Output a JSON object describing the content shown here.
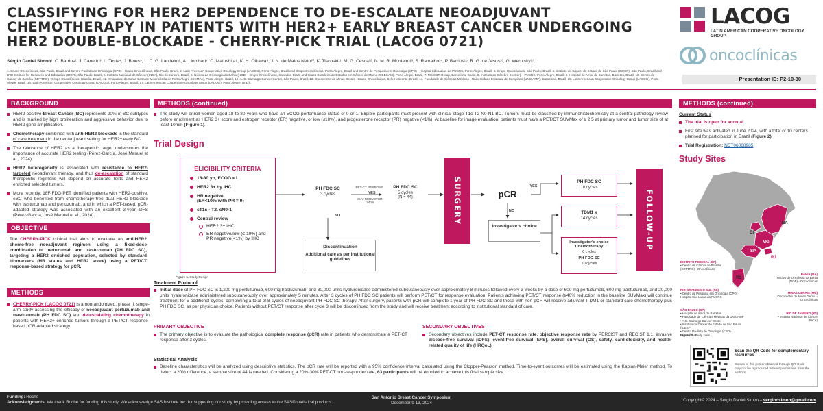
{
  "title": "CLASSIFYING FOR HER2 DEPENDENCE TO DE-ESCALATE NEOADJUVANT CHEMOTHERAPY IN PATIENTS WITH HER2+ EARLY BREAST CANCER UNDERGOING HER2 DOUBLE-BLOCKADE - CHERRY-PICK TRIAL (LACOG 0721)",
  "authors": {
    "first": "Sérgio Daniel Simon",
    "rest": "¹, C. Barrios², J. Canedo³, L. Testa⁴, J. Bines⁵, L. C. G. Landeiro⁶, A. Llombart⁷, C. Matushita⁸, K. H. Oikawa⁹, J. N. de Matos Neto¹⁰, K. Tiscoski¹¹, M. G. Cesca¹², N. M. R. Monteiro¹³, S. Ramalho¹⁴, P. Barrios¹⁵, R. G. de Jesus¹⁶, G. Werutsky¹⁷.",
    "affiliations": "1. Grupo Oncoclínicas, São Paulo, Brazil and Centro Paulista de Oncologia (CPO) - Grupo Oncoclínicas, São Paulo, Brazil, 2. Latin American Cooperative Oncology Group (LACOG), Porto Alegre, Brazil and Grupo Oncoclínicas, Porto Alegre, Brazil and Centro de Pesquisa em Oncologia (CPO) - Hospital São Lucas da PUCRS, Porto Alegre, Brazil, 3. Grupo Oncoclínicas, São Paulo, Brazil, 4. Instituto do Câncer do Estado de São Paulo (ICESP), São Paulo, Brazil and D'Or Institute for Research and Education (IDOR), São Paulo, Brazil, 5. Instituto Nacional de Câncer (INCA), Rio de Janeiro, Brazil, 6. Núcleo de Oncologia da Bahia (NOB) - Grupo Oncoclínicas, Salvador, Brazil and Grupo Brasileiro de Estudos em Câncer de Mama (GBECAM), Porto Alegre, Brazil, 7. MEDSIR Group, Barcelona, Spain, 8. Instituto do Cérebro (InsCer) – PUCRS, Porto Alegre, Brazil, 9. Hospital de Amor de Barretos, Barretos, Brazil, 10. Centro de Câncer de Brasília (CETTRO) - Grupo Oncoclínicas, Brasília, Brazil, 11. Irmandade da Santa Casa de Misericórdia de Porto Alegre (ISCMPA), Porto Alegre, Brazil, 12. A. C. Camargo Cancer Center, São Paulo, Brazil, 13. Oncocentro de Minas Gerais - Grupo Oncoclínicas, Belo Horizonte, Brazil, 14. Faculdade de Ciências Médicas - Universidade Estadual de Campinas (UNICAMP), Campinas, Brazil, 15. Latin American Cooperative Oncology Group (LACOG), Porto Alegre, Brazil, 16. Latin American Cooperative Oncology Group (LACOG), Porto Alegre, Brazil, 17. Latin American Cooperative Oncology Group (LACOG), Porto Alegre, Brazil."
  },
  "logos": {
    "lacog": "LACOG",
    "lacog_sub": "LATIN AMERICAN COOPERATIVE ONCOLOGY GROUP",
    "onco": "oncoclínicas"
  },
  "presentation_id": "Presentation ID: P2-10-30",
  "background": {
    "heading": "BACKGROUND",
    "b1_pre": "HER2-positive ",
    "b1_bold": "Breast Cancer (BC)",
    "b1_post": " represents 20% of BC subtypes and is marked by high proliferation and aggressive behavior due to HER2 gene amplification.",
    "b2_bold1": "Chemotherapy",
    "b2_mid": " combined with ",
    "b2_bold2": "anti-HER2 blockade",
    "b2_mid2": " is the ",
    "b2_ul": "standard of care treatment",
    "b2_post": " in the neo/adjuvant setting for HER2+ early BC.",
    "b3": "The relevance of HER2 as a therapeutic target underscores the importance of accurate HER2 testing (Pérez-García, José Manuel et al., 2024).",
    "b4_bold1": "HER2 heterogeneity",
    "b4_mid": " is associated with ",
    "b4_bold2": "resistance to HER2-targeted",
    "b4_mid2": " neoadjuvant therapy, and thus ",
    "b4_pink": "de-escalation",
    "b4_post": " of standard therapeutic regimens will depend on accurate tests and HER2 enriched selected tumors.",
    "b5": "More recently, 18F-FDG-PET identified patients with HER2-positive, eBC who benefited from chemotherapy-free dual HER2 blockade with trastuzumab and pertuzumab, and in which a PET-based, pCR-adapted strategy was associated with an excellent 3-year iDFS (Pérez-García, José Manuel et al., 2024)."
  },
  "objective": {
    "heading": "OBJECTIVE",
    "pre": "The ",
    "pink": "CHERRY-PICK",
    "mid": " clinical trial aims to evaluate an ",
    "bold": "anti-HER2 chemo-free neoadjuvant regimen using a fixed-dose combination of pertuzumab and trastuzumab (PH FDC SC), targeting a HER2 enriched population, selected by standard biomarkers (HR status and HER2 score) using a PET/CT response-based strategy for pCR."
  },
  "methods_left": {
    "heading": "METHODS",
    "link": "CHERRY-PICK (LACOG 0721)",
    "pre": " is a nonrandomized, phase II, single-arm study assessing the efficacy of ",
    "bold1": "neoadjuvant pertuzumab and trastuzumab (PH FDC SC)",
    "mid": " and ",
    "bold2": "de-escalating chemotherapy",
    "post": " in patients with HER2+ enriched tumors through a PET/CT response-based pCR-adapted strategy."
  },
  "methods_mid": {
    "heading": "METHODS (continued)",
    "intro_pre": "The study will enroll women aged 18 to 80 years who have an ECOG performance status of 0 or 1. Eligible participants must present with clinical stage T1c-T2 N0-N1 BC. Tumors must be classified by immunohistochemistry at a central pathology review before enrollment as HER2 3+ score and estrogen receptor (ER) negative, or low (≤10%), and progesterone receptor (PR) negative (<1%). At baseline for image evaluation, patients must have a PET/CT SUVMax of ≥ 2.5 at primary tumor and tumor size of at least 10mm ",
    "intro_bold": "(Figure 1)",
    "intro_post": ".",
    "design_title": "Trial Design",
    "elig_title": "ELIGIBILITY CRITERIA",
    "elig_items": [
      "18-80 yo, ECOG <1",
      "HER2 3+ by IHC",
      "HR negative\n(ER<10% with PR = 0)",
      "cT1c - T2. cN0-1",
      "Central review"
    ],
    "elig_sub": [
      "HER2 3+ IHC",
      "ER negative/low (≤ 10%) and PR negative(<1%) by IHC"
    ],
    "box1_title": "PH FDC SC",
    "box1_sub": "3 cycles",
    "pet_label": "PET-CT RESPONSE",
    "suv_label": "SUV REDUCTION ≥40%",
    "yes1": "YES",
    "no1": "NO",
    "box2_title": "PH FDC SC",
    "box2_sub": "5 cycles",
    "box2_n": "(N = 44)",
    "surgery": "SURGERY",
    "pcr": "pCR",
    "yes2": "YES",
    "no2": "NO",
    "box3_title": "PH FDC SC",
    "box3_sub": "10 cycles",
    "box4_title": "TDM1 x",
    "box4_sub": "14 cycles",
    "box5_title": "Investigator's choice Chemotherapy",
    "box5_sub": "6 cycles",
    "box5_title2": "PH FDC SC",
    "box5_sub2": "10 cycles",
    "inv_title": "Investigator's choice",
    "disc_title": "Discontinuation",
    "disc_sub": "Additional care as per institutional guidelines",
    "followup": "FOLLOW-UP",
    "fig_caption_bold": "Figure 1.",
    "fig_caption": " Study Design",
    "tp_heading": "Treatment Protocol",
    "tp_ul": "Initial dose",
    "tp_text": " of PH FDC SC is 1,200 mg pertuzumab, 600 mg trastuzumab, and 30,000 units hyaluronidase administered subcutaneously over approximately 8 minutes followed every 3 weeks by a dose of 600 mg pertuzumab, 600 mg trastuzumab, and 20,000 units hyaluronidase administered subcutaneously over approximately 5 minutes. After 3 cycles of PH FDC SC patients will perform PET/CT for response evaluation. Patients achieving PET/CT response (≥40% reduction in the baseline SUVMax) will continue treatment for 5 additional cycles, completing a total of 8 cycles of neoadjuvant PH FDC SC therapy. After surgery, patients with pCR will complete 1 year of PH FDC SC and those with non-pCR will receive adjuvant T-DM1 or standard care chemotherapy plus PH FDC SC, as per physician choice. Patients without PET/CT response after cycle 3 will be discontinued from the study and will receive treatment according to institutional standard of care.",
    "po_heading": "PRIMARY OBJECTIVE",
    "po_pre": "The primary objective is to evaluate the pathological ",
    "po_bold": "complete response (pCR)",
    "po_post": " rate in patients who demonstrate a PET-CT response after 3 cycles.",
    "so_heading": "SECONDARY OBJECTIVES",
    "so_pre": "Secondary objectives include ",
    "so_b1": "PET-CT response rate",
    "so_c1": ", ",
    "so_b2": "objective response rate",
    "so_mid": " by PERCIST and RECIST 1.1, invasive ",
    "so_b3": "disease-free survival (iDFS)",
    "so_c2": ", ",
    "so_b4": "event-free survival (EFS)",
    "so_c3": ", ",
    "so_b5": "overall survival (OS)",
    "so_c4": ", ",
    "so_b6": "safety, cardiotoxicity, and health-related quality of life (HRQoL)",
    "so_end": ".",
    "sa_heading": "Statistical Analysis",
    "sa_pre": "Baseline characteristics will be analyzed using ",
    "sa_ul1": "descriptive statistics",
    "sa_mid": ". The pCR rate will be reported with a 95% confidence interval calculated using the Clopper-Pearson method. Time-to-event outcomes will be estimated using the ",
    "sa_ul2": "Kaplan-Meier method",
    "sa_mid2": ". To detect a 20% difference, a sample size of 44 is needed. Considering a 20%-30% PET-CT non-responder rate, ",
    "sa_bold": "63 participants",
    "sa_post": " will be enrolled to achieve this final sample size."
  },
  "methods_right": {
    "heading": "METHODS (continued)",
    "status_heading": "Current Status",
    "s1": "The trial is open for accrual.",
    "s2_pre": "First site was activated in June 2024, with a total of 10 centers planned for participation in Brazil ",
    "s2_bold": "(Figure 2)",
    "s2_post": ".",
    "s3_bold": "Trial Registration: ",
    "s3_link": "NCT06068985",
    "sites_title": "Study Sites",
    "states": [
      "BA",
      "DF",
      "MG",
      "SP",
      "RJ",
      "RS"
    ],
    "site_df_title": "DISTRITO FEDERAL (DF)",
    "site_df": "• Centro de Câncer de Brasília (CETTRO) - Oncoclínicas",
    "site_ba_title": "BAHIA (BA)",
    "site_ba": "Núcleo de Oncologia da Bahia (NOB) - Oncoclínicas",
    "site_rs_title": "RIO GRANDE DO SUL (RS)",
    "site_rs": "• Centro de Pesquisa em Oncologia (CPO) - Hospital São Lucas da PUCRS",
    "site_mg_title": "MINAS GERAIS (MG)",
    "site_mg": "Oncocentro de Minas Gerais - Oncoclínicas",
    "site_sp_title": "SÃO PAULO (SP)",
    "site_sp": [
      "• Hospital de Amor de Barretos",
      "• Faculdade de Ciências Médicas da UNICAMP",
      "• A.C. Camargo Cancer Center",
      "• Instituto do Câncer do Estado de São Paulo (ICESP)",
      "• Centro Paulista de Oncologia (CPO) - Oncoclínicas"
    ],
    "site_rj_title": "RIO DE JANEIRO (RJ)",
    "site_rj": "• Instituto Nacional de Câncer (INCA)",
    "fig2_bold": "Figure 2.",
    "fig2": " Study sites.",
    "qr_title": "Scan the QR Code for complementary resources",
    "qr_note": "Copies of this poster obtained through QR Code may not be reproduced without permission from the authors."
  },
  "footer": {
    "funding_label": "Funding:",
    "funding": " Roche",
    "ack_label": "Acknowledgments:",
    "ack": " We thank Roche for funding this study. We acknowledge SAS Institute Inc. for supporting our study by providing access to the SAS® statistical products.",
    "conf": "San Antonio Breast Cancer Symposium",
    "dates": "December 9-13, 2024",
    "copyright": "Copyright© 2024 – Sérgio Daniel Simon – ",
    "email": "sergiodsimon@gmail.com"
  },
  "colors": {
    "accent": "#c0185e",
    "map_light": "#a9a9a9",
    "footer_bg": "#262626",
    "link": "#1a5fa8"
  }
}
